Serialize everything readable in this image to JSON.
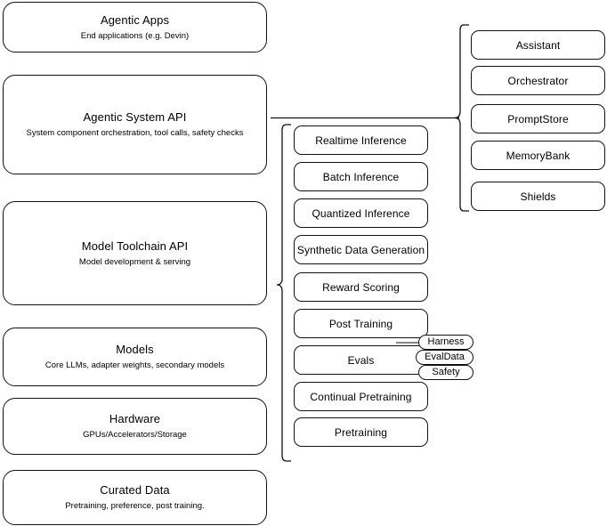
{
  "diagram": {
    "title": "Agentic AI stack layers",
    "accent": "#111111",
    "background": "#ffffff"
  },
  "layers": [
    {
      "title": "Agentic Apps",
      "subtitle": "End applications (e.g. Devin)"
    },
    {
      "title": "Agentic System API",
      "subtitle": "System component orchestration, tool calls, safety checks"
    },
    {
      "title": "Model Toolchain API",
      "subtitle": "Model development & serving"
    },
    {
      "title": "Models",
      "subtitle": "Core LLMs, adapter weights, secondary models"
    },
    {
      "title": "Hardware",
      "subtitle": "GPUs/Accelerators/Storage"
    },
    {
      "title": "Curated Data",
      "subtitle": "Pretraining, preference, post training."
    }
  ],
  "toolchain_capabilities": [
    {
      "label": "Realtime Inference"
    },
    {
      "label": "Batch Inference"
    },
    {
      "label": "Quantized Inference"
    },
    {
      "label": "Synthetic Data Generation"
    },
    {
      "label": "Reward Scoring"
    },
    {
      "label": "Post Training"
    },
    {
      "label": "Evals"
    },
    {
      "label": "Continual Pretraining"
    },
    {
      "label": "Pretraining"
    }
  ],
  "system_components": [
    {
      "label": "Assistant"
    },
    {
      "label": "Orchestrator"
    },
    {
      "label": "PromptStore"
    },
    {
      "label": "MemoryBank"
    },
    {
      "label": "Shields"
    }
  ],
  "eval_tags": [
    {
      "label": "Harness"
    },
    {
      "label": "EvalData"
    },
    {
      "label": "Safety"
    }
  ]
}
